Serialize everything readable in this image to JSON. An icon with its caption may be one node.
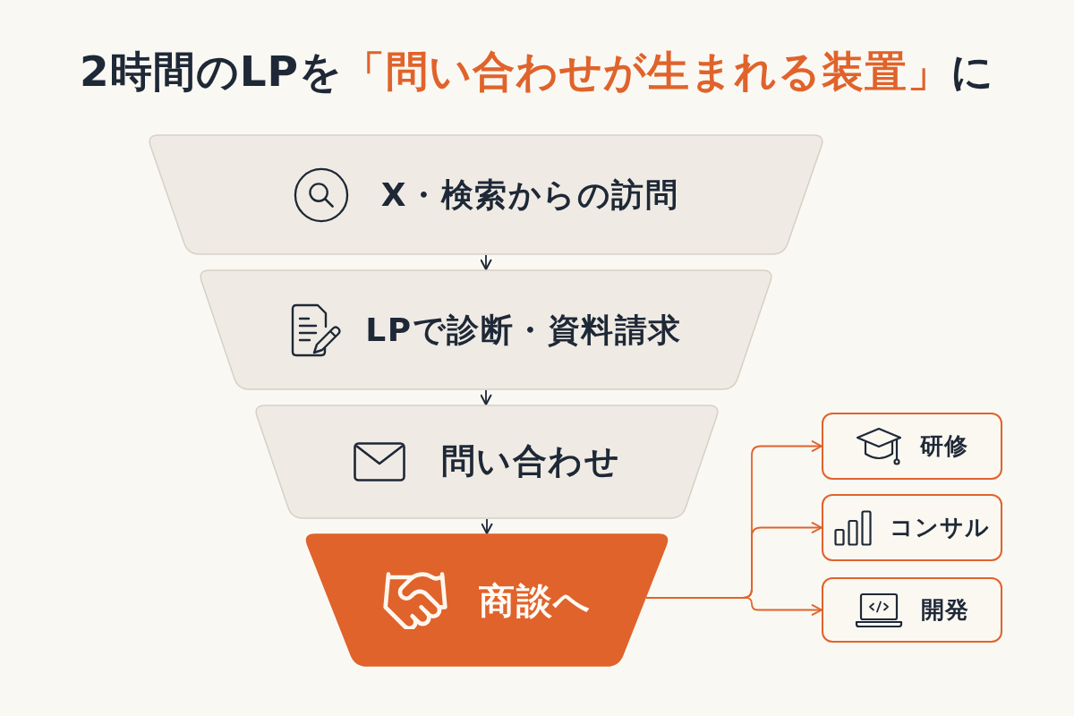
{
  "diagram": {
    "title": "2時間のLPを**「問い合わせが生まれる装置」**に",
    "nodes": [
      {
        "text": [
          "X・検索からの訪問"
        ]
      },
      {
        "text": [
          "LPで診断・資料請求"
        ]
      },
      {
        "text": [
          "問い合わせ"
        ]
      },
      {
        "text": [
          "商談へ"
        ]
      },
      {
        "text": [
          "研修"
        ]
      },
      {
        "text": [
          "コンサル"
        ]
      },
      {
        "text": [
          "開発"
        ]
      }
    ],
    "edges": [
      {
        "from": 0,
        "to": 1,
        "arrow": "to"
      },
      {
        "from": 1,
        "to": 2,
        "arrow": "to"
      },
      {
        "from": 2,
        "to": 3,
        "arrow": "to"
      },
      {
        "from": 3,
        "to": 4,
        "arrow": "to",
        "color": "#e0632b"
      },
      {
        "from": 3,
        "to": 5,
        "arrow": "to",
        "color": "#e0632b"
      },
      {
        "from": 3,
        "to": 6,
        "arrow": "to",
        "color": "#e0632b"
      }
    ]
  }
}
